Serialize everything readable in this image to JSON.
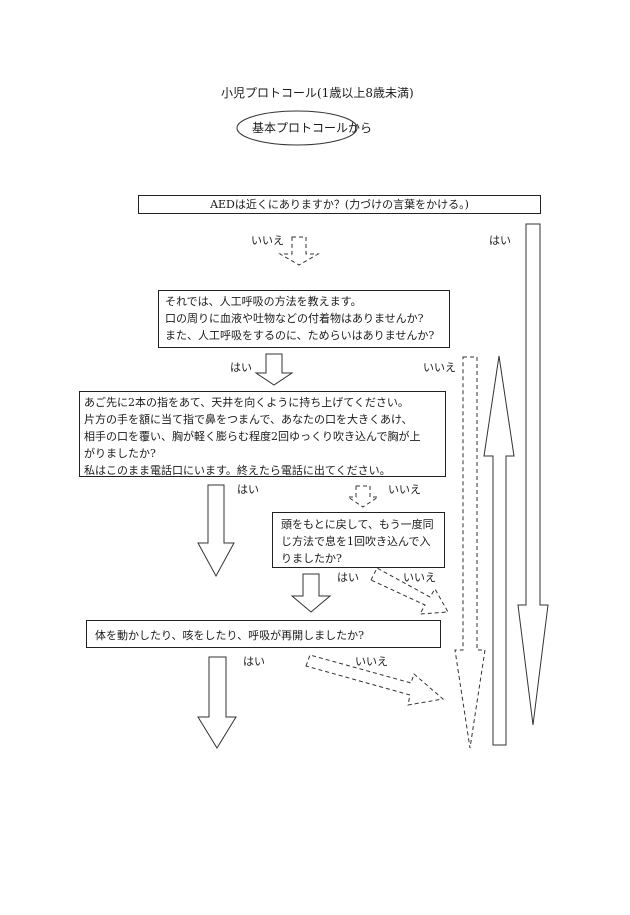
{
  "title": "小児プロトコール(1歳以上8歳未満)",
  "start": "基本プロトコールから",
  "q1": "AEDは近くにありますか？(力づけの言葉をかける。)",
  "q2": [
    "それでは、人工呼吸の方法を教えます。",
    "口の周りに血液や吐物などの付着物はありませんか?",
    "また、人工呼吸をするのに、ためらいはありませんか?"
  ],
  "q3": [
    "あご先に2本の指をあて、天井を向くように持ち上げてください。",
    "片方の手を額に当て指で鼻をつまんで、あなたの口を大きくあけ、",
    "相手の口を覆い、胸が軽く膨らむ程度2回ゆっくり吹き込んで胸が上",
    "がりましたか?",
    "私はこのまま電話口にいます。終えたら電話に出てください。"
  ],
  "q4": [
    "頭をもとに戻して、もう一度同",
    "じ方法で息を1回吹き込んで入",
    "りましたか?"
  ],
  "q5": "体を動かしたり、咳をしたり、呼吸が再開しましたか?",
  "labels": {
    "yes": "はい",
    "no": "いいえ"
  }
}
